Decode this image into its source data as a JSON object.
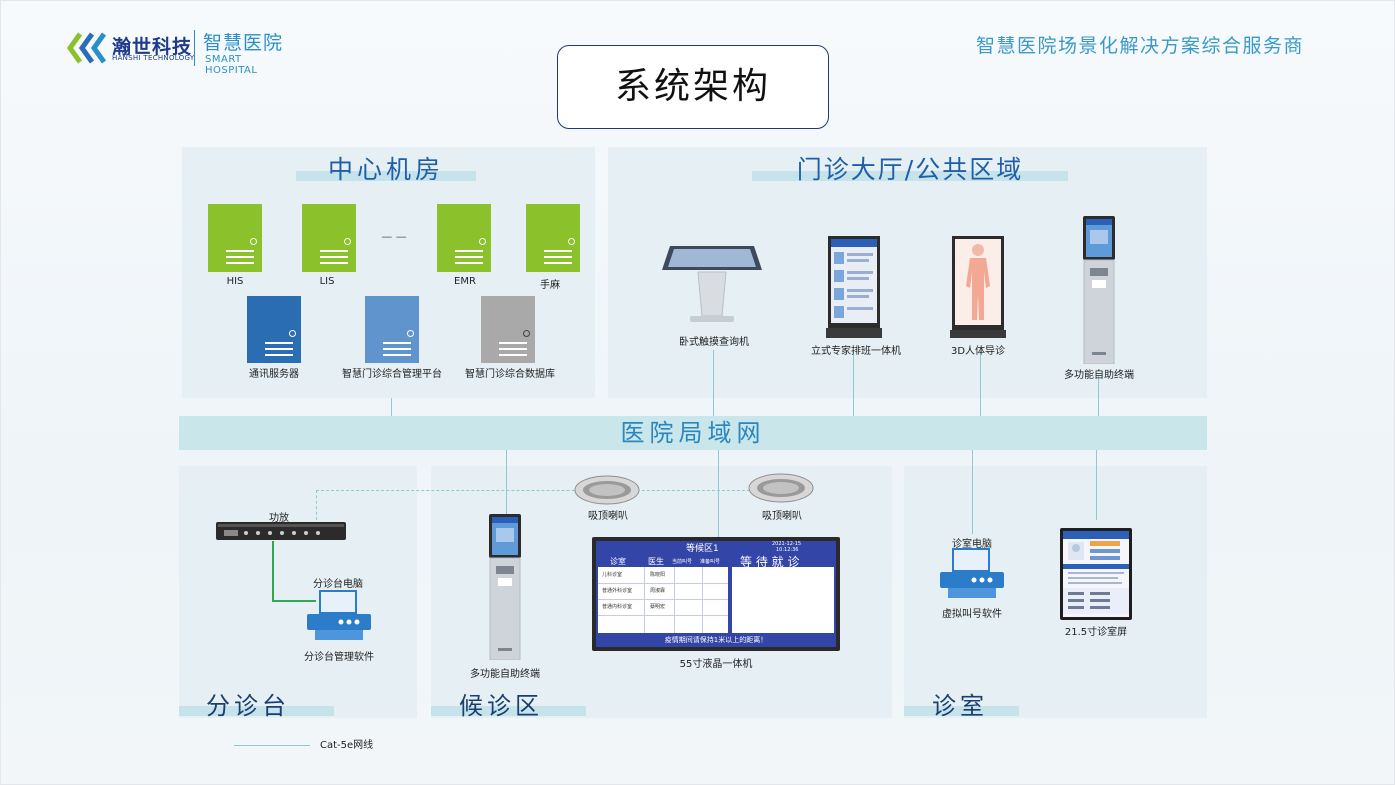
{
  "header": {
    "logo_cn": "瀚世科技",
    "logo_en": "HANSHI TECHNOLOGY",
    "logo_cn2": "智慧医院",
    "logo_en2": "SMART HOSPITAL",
    "tagline": "智慧医院场景化解决方案综合服务商"
  },
  "title": "系统架构",
  "sections": {
    "data_center": {
      "title": "中心机房",
      "servers_top": [
        "HIS",
        "LIS",
        "EMR",
        "手麻"
      ],
      "ellipsis": "— —",
      "servers_bottom": [
        "通讯服务器",
        "智慧门诊综合管理平台",
        "智慧门诊综合数据库"
      ]
    },
    "lobby": {
      "title": "门诊大厅/公共区域",
      "devices": [
        "卧式触摸查询机",
        "立式专家排班一体机",
        "3D人体导诊",
        "多功能自助终端"
      ]
    },
    "lan": "医院局域网",
    "triage": {
      "title": "分诊台",
      "amp": "功放",
      "pc": "分诊台电脑",
      "software": "分诊台管理软件"
    },
    "waiting": {
      "title": "候诊区",
      "speaker1": "吸顶喇叭",
      "speaker2": "吸顶喇叭",
      "kiosk": "多功能自助终端",
      "screen_label": "55寸液晶一体机",
      "screen": {
        "area": "等候区1",
        "date": "2021-12-15",
        "time": "10:12:36",
        "col_room": "诊室",
        "col_doctor": "医生",
        "col_current": "当前叫号",
        "col_prepare": "准备叫号",
        "waiting_label": "等 待 就 诊",
        "rows": [
          {
            "room": "儿科诊室",
            "doctor": "陈晓阳"
          },
          {
            "room": "普通外科诊室",
            "doctor": "周淑霖"
          },
          {
            "room": "普通内科诊室",
            "doctor": "蔡明宏"
          }
        ],
        "footer": "疫情期间请保持1米以上的距离！"
      }
    },
    "clinic": {
      "title": "诊室",
      "pc": "诊室电脑",
      "software": "虚拟叫号软件",
      "screen": "21.5寸诊室屏"
    },
    "legend": "Cat-5e网线"
  },
  "colors": {
    "accent_blue": "#1f5fa8",
    "lan_band": "#c9e7ea",
    "panel_bg": "#e6f0f4",
    "server_green": "#8bc12b",
    "server_blue": "#2b6db3",
    "server_gray": "#a9a9a9"
  }
}
